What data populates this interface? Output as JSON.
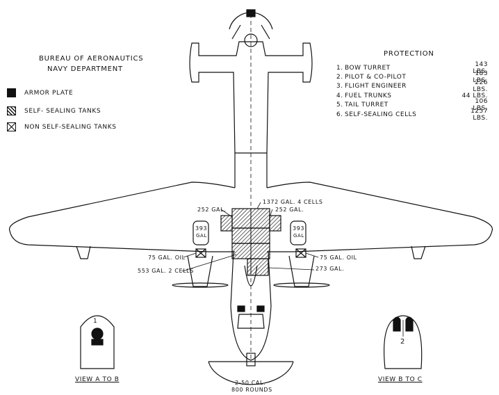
{
  "header": {
    "line1": "BUREAU OF AERONAUTICS",
    "line2": "NAVY DEPARTMENT"
  },
  "legend": [
    {
      "label": "ARMOR PLATE",
      "pattern": "solid"
    },
    {
      "label": "SELF- SEALING TANKS",
      "pattern": "hatched"
    },
    {
      "label": "NON SELF-SEALING TANKS",
      "pattern": "crossed"
    }
  ],
  "protection": {
    "title": "PROTECTION",
    "items": [
      {
        "num": "1.",
        "name": "BOW TURRET",
        "weight": "143 LBS."
      },
      {
        "num": "2.",
        "name": "PILOT & CO-PILOT",
        "weight": "183 LBS."
      },
      {
        "num": "3.",
        "name": "FLIGHT ENGINEER",
        "weight": "226 LBS."
      },
      {
        "num": "4.",
        "name": "FUEL TRUNKS",
        "weight": "44 LBS."
      },
      {
        "num": "5.",
        "name": "TAIL TURRET",
        "weight": "106 LBS."
      },
      {
        "num": "6.",
        "name": "SELF-SEALING CELLS",
        "weight": "1257 LBS."
      }
    ]
  },
  "tanks": {
    "center_4cells": "1372 GAL. 4 CELLS",
    "left_252": "252 GAL.",
    "right_252": "252 GAL.",
    "left_393": "393",
    "right_393": "393",
    "gal": "GAL",
    "left_oil": "75 GAL. OIL",
    "right_oil": "75 GAL. OIL",
    "cells_553": "553 GAL. 2 CELLS",
    "aft_273": "273 GAL."
  },
  "views": {
    "a_to_b": "VIEW A TO B",
    "b_to_c": "VIEW B TO C",
    "a_num": "1",
    "b_num": "2"
  },
  "tail_gun": {
    "line1": "2-50 CAL.",
    "line2": "800 ROUNDS"
  },
  "colors": {
    "ink": "#111111",
    "paper": "#ffffff"
  }
}
